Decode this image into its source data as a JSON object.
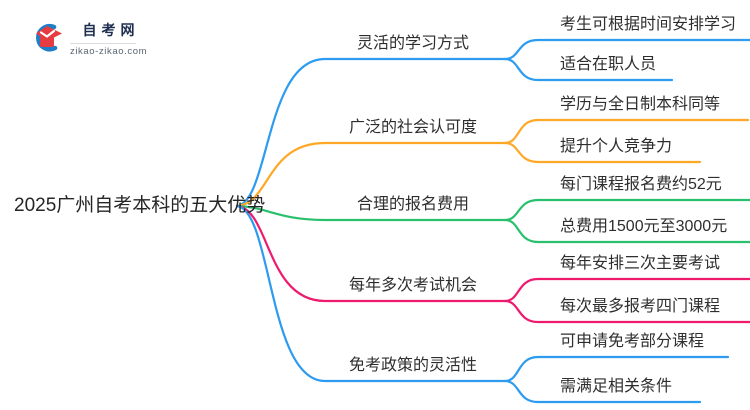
{
  "logo": {
    "site_name": "自考网",
    "site_url": "zikao-zikao.com",
    "icon": "graduation-cap-icon",
    "icon_colors": {
      "crescent": "#1e7ec8",
      "cap": "#e63b40"
    }
  },
  "root": {
    "title": "2025广州自考本科的五大优势"
  },
  "branches": [
    {
      "label": "灵活的学习方式",
      "color": "#2d9bf0",
      "children": [
        "考生可根据时间安排学习",
        "适合在职人员"
      ]
    },
    {
      "label": "广泛的社会认可度",
      "color": "#ffa827",
      "children": [
        "学历与全日制本科同等",
        "提升个人竞争力"
      ]
    },
    {
      "label": "合理的报名费用",
      "color": "#29c06d",
      "children": [
        "每门课程报名费约52元",
        "总费用1500元至3000元"
      ]
    },
    {
      "label": "每年多次考试机会",
      "color": "#ee1a6e",
      "children": [
        "每年安排三次主要考试",
        "每次最多报考四门课程"
      ]
    },
    {
      "label": "免考政策的灵活性",
      "color": "#2d9bf0",
      "children": [
        "可申请免考部分课程",
        "需满足相关条件"
      ]
    }
  ]
}
